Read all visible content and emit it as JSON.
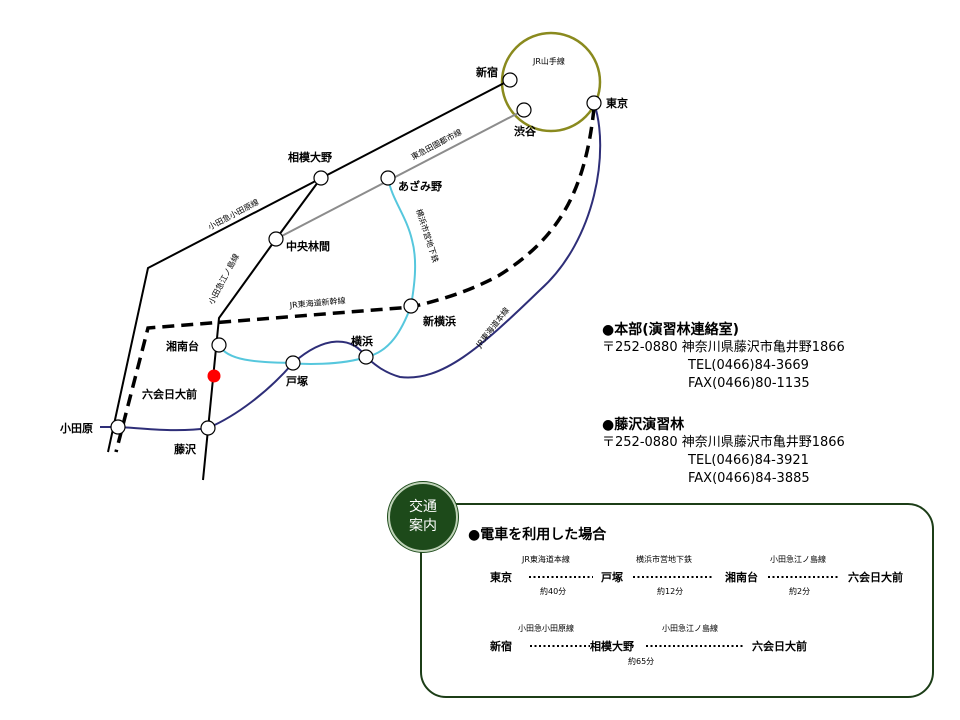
{
  "map": {
    "yamanote_label": "JR山手線",
    "stations": {
      "shinjuku": "新宿",
      "shibuya": "渋谷",
      "tokyo": "東京",
      "sagami_ono": "相模大野",
      "azamino": "あざみ野",
      "chuo_rinkan": "中央林間",
      "shin_yokohama": "新横浜",
      "shonandai": "湘南台",
      "yokohama": "横浜",
      "totsuka": "戸塚",
      "rokkai_nichidai_mae": "六会日大前",
      "odawara": "小田原",
      "fujisawa": "藤沢"
    },
    "lines": {
      "odakyu_odawara": "小田急小田原線",
      "tokyu_denentoshi": "東急田園都市線",
      "odakyu_enoshima": "小田急江ノ島線",
      "yokohama_subway": "横浜市営地下鉄",
      "tokaido_shinkansen": "JR東海道新幹線",
      "tokaido_main": "JR東海道本線"
    },
    "colors": {
      "yamanote": "#8a8a1e",
      "odakyu": "#000000",
      "tokyu": "#8c8c8c",
      "subway": "#56c7dd",
      "tokaido_main": "#2e2e78",
      "shinkansen": "#000000",
      "destination_marker": "#ff0000"
    }
  },
  "contact": {
    "honbu": {
      "title": "●本部(演習林連絡室)",
      "address": "〒252-0880 神奈川県藤沢市亀井野1866",
      "tel": "TEL(0466)84-3669",
      "fax": "FAX(0466)80-1135"
    },
    "fujisawa": {
      "title": "●藤沢演習林",
      "address": "〒252-0880 神奈川県藤沢市亀井野1866",
      "tel": "TEL(0466)84-3921",
      "fax": "FAX(0466)84-3885"
    }
  },
  "guide": {
    "badge_line1": "交通",
    "badge_line2": "案内",
    "title": "●電車を利用した場合",
    "route1": {
      "s1": "東京",
      "s2": "戸塚",
      "s3": "湘南台",
      "s4": "六会日大前",
      "l1": "JR東海道本線",
      "l2": "横浜市営地下鉄",
      "l3": "小田急江ノ島線",
      "t1": "約40分",
      "t2": "約12分",
      "t3": "約2分"
    },
    "route2": {
      "s1": "新宿",
      "s2": "相模大野",
      "s3": "六会日大前",
      "l1": "小田急小田原線",
      "l2": "小田急江ノ島線",
      "t1": "約65分"
    }
  }
}
